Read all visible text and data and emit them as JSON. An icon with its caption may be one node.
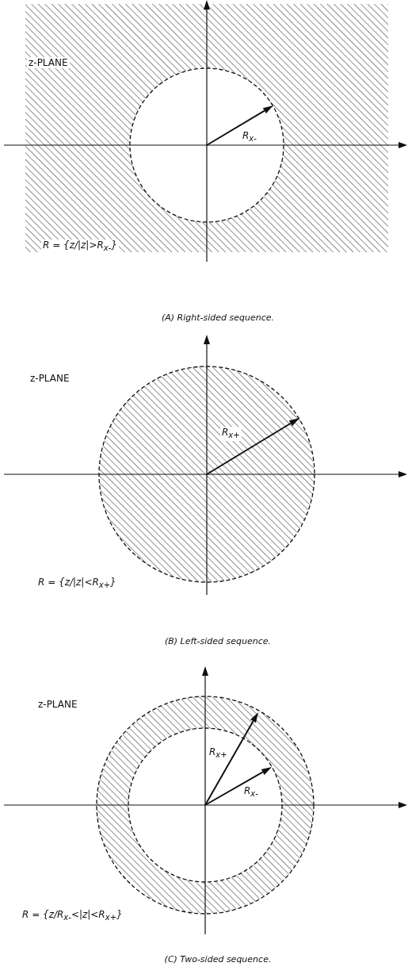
{
  "diagram": {
    "labels": [
      "z-PLANE",
      "R$_{x-}$",
      "R = {z/|z|>R$_{x-}$}",
      "(A) Right-sided sequence.",
      "z-PLANE",
      "R$_{x+}$",
      "R = {z/|z|<R$_{x+}$}",
      "(B) Left-sided sequence.",
      "z-PLANE",
      "R$_{x+}$",
      "R$_{x-}$",
      "R = {z/R$_{x-}$<|z|<R$_{x+}$}",
      "(C) Two-sided sequence."
    ]
  }
}
